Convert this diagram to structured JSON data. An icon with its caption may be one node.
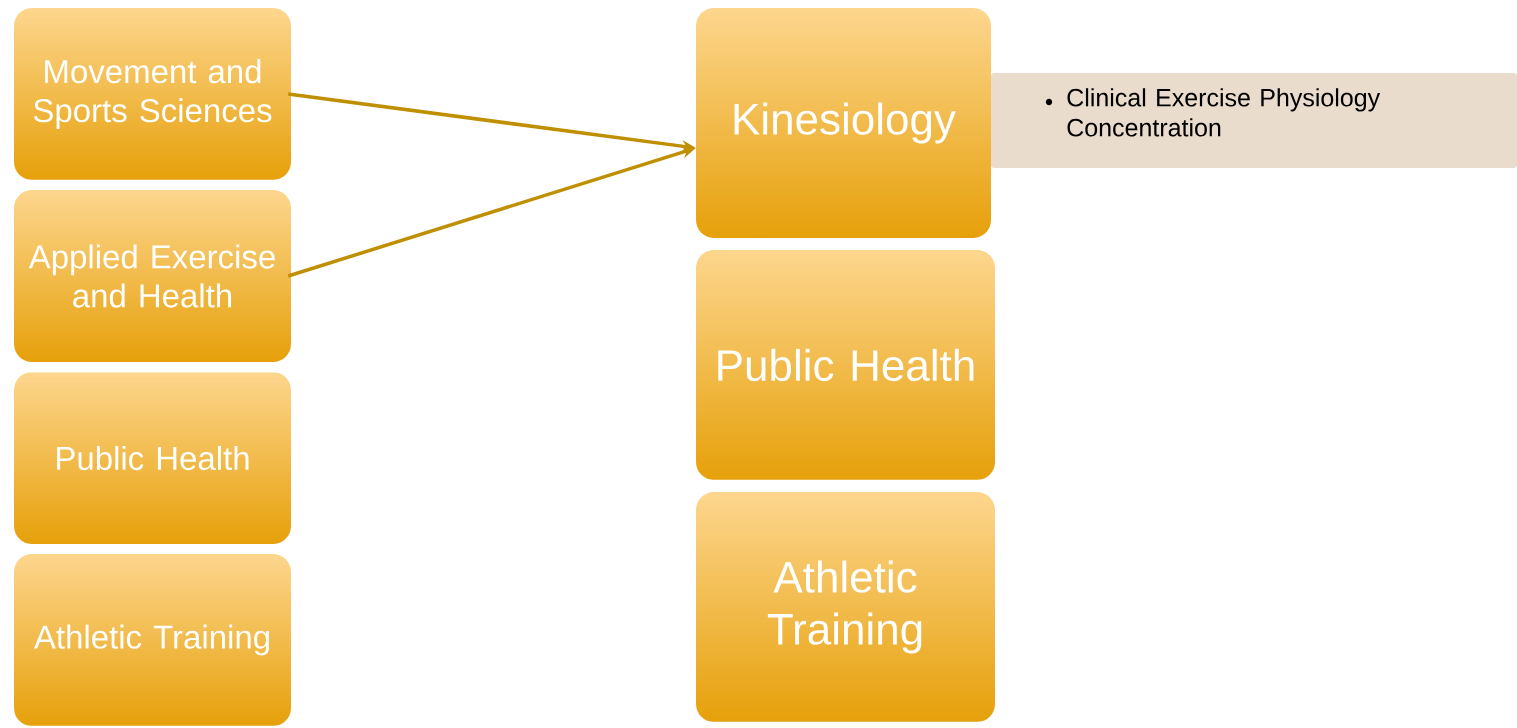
{
  "diagram": {
    "nodes": [
      {
        "text": [
          "Movement and Sports Sciences"
        ]
      },
      {
        "text": [
          "Applied Exercise and Health"
        ]
      },
      {
        "text": [
          "Public Health"
        ]
      },
      {
        "text": [
          "Athletic Training"
        ]
      },
      {
        "text": [
          "Kinesiology"
        ]
      },
      {
        "text": [
          "Clinical Exercise Physiology Concentration"
        ]
      },
      {
        "text": [
          "Public Health"
        ]
      },
      {
        "text": [
          "Athletic Training"
        ]
      }
    ],
    "edges": [
      {
        "from": 0,
        "to": 4,
        "arrow": "to"
      },
      {
        "from": 1,
        "to": 4,
        "arrow": "to"
      }
    ]
  }
}
